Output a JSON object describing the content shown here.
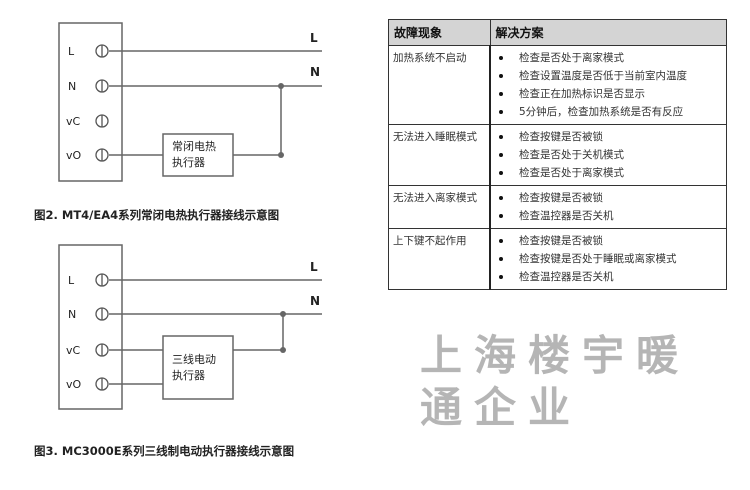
{
  "diagram1": {
    "terminals": [
      "L",
      "N",
      "vC",
      "vO"
    ],
    "line_labels": [
      "L",
      "N"
    ],
    "device": [
      "常闭电热",
      "执行器"
    ],
    "caption": "图2. MT4/EA4系列常闭电热执行器接线示意图"
  },
  "diagram2": {
    "terminals": [
      "L",
      "N",
      "vC",
      "vO"
    ],
    "line_labels": [
      "L",
      "N"
    ],
    "device": [
      "三线电动",
      "执行器"
    ],
    "caption": "图3. MC3000E系列三线制电动执行器接线示意图"
  },
  "table": {
    "headers": [
      "故障现象",
      "解决方案"
    ],
    "rows": [
      {
        "symptom": "加热系统不启动",
        "solutions": [
          "检查是否处于离家模式",
          "检查设置温度是否低于当前室内温度",
          "检查正在加热标识是否显示",
          "5分钟后，检查加热系统是否有反应"
        ]
      },
      {
        "symptom": "无法进入睡眠模式",
        "solutions": [
          "检查按键是否被锁",
          "检查是否处于关机模式",
          "检查是否处于离家模式"
        ]
      },
      {
        "symptom": "无法进入离家模式",
        "solutions": [
          "检查按键是否被锁",
          "检查温控器是否关机"
        ]
      },
      {
        "symptom": "上下键不起作用",
        "solutions": [
          "检查按键是否被锁",
          "检查按键是否处于睡眠或离家模式",
          "检查温控器是否关机"
        ]
      }
    ]
  },
  "watermark": "上海楼宇暖通企业"
}
